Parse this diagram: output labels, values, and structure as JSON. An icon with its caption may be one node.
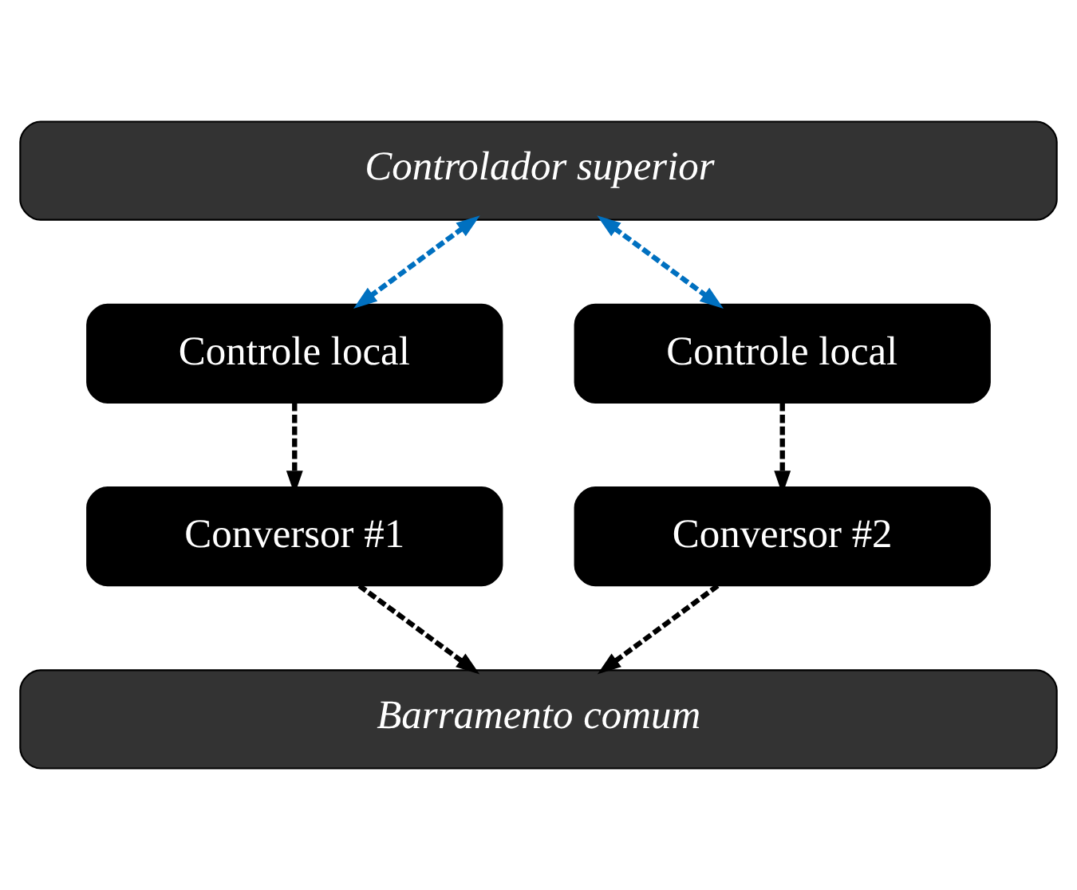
{
  "diagram": {
    "nodes": [
      {
        "text": [
          "Controlador superior"
        ]
      },
      {
        "text": [
          "Controle local"
        ]
      },
      {
        "text": [
          "Controle local"
        ]
      },
      {
        "text": [
          "Conversor #1"
        ]
      },
      {
        "text": [
          "Conversor #2"
        ]
      },
      {
        "text": [
          "Barramento comum"
        ]
      }
    ],
    "edges": [
      {
        "from": 0,
        "to": 1,
        "arrow": "both",
        "style": "dashed",
        "color": "#0070c0"
      },
      {
        "from": 0,
        "to": 2,
        "arrow": "both",
        "style": "dashed",
        "color": "#0070c0"
      },
      {
        "from": 1,
        "to": 3,
        "arrow": "to",
        "style": "dashed"
      },
      {
        "from": 2,
        "to": 4,
        "arrow": "to",
        "style": "dashed"
      },
      {
        "from": 3,
        "to": 5,
        "arrow": "to",
        "style": "dashed"
      },
      {
        "from": 4,
        "to": 5,
        "arrow": "to",
        "style": "dashed"
      }
    ]
  }
}
